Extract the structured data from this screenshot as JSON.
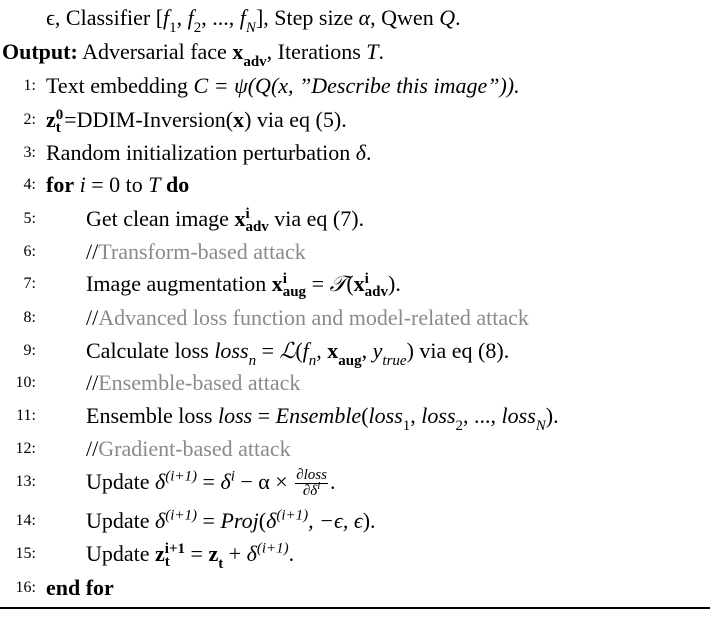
{
  "input_cont": {
    "prefix": "ϵ, Classifier [",
    "f1": "f",
    "f1_sub": "1",
    "sep1": ", ",
    "f2": "f",
    "f2_sub": "2",
    "sep2": ", ..., ",
    "fN": "f",
    "fN_sub": "N",
    "mid": "], Step size ",
    "alpha": "α",
    "mid2": ", Qwen ",
    "Q": "Q",
    "end": "."
  },
  "output": {
    "label": "Output:",
    "t1": " Adversarial face ",
    "x": "x",
    "x_sub": "adv",
    "t2": ", Iterations ",
    "T": "T",
    "end": "."
  },
  "steps": {
    "n1": "1:",
    "n2": "2:",
    "n3": "3:",
    "n4": "4:",
    "n5": "5:",
    "n6": "6:",
    "n7": "7:",
    "n8": "8:",
    "n9": "9:",
    "n10": "10:",
    "n11": "11:",
    "n12": "12:",
    "n13": "13:",
    "n14": "14:",
    "n15": "15:",
    "n16": "16:",
    "s1_a": "Text embedding ",
    "s1_b": "C = ψ(Q(x, ”",
    "s1_c": "Describe this image",
    "s1_d": "”)).",
    "s2_z": "z",
    "s2_sup": "0",
    "s2_sub": "t",
    "s2_rest": "=DDIM-Inversion(",
    "s2_x": "x",
    "s2_end": ") via eq (5).",
    "s3_a": "Random initialization perturbation ",
    "s3_d": "δ",
    "s3_end": ".",
    "s4_for": "for",
    "s4_mid": " i",
    "s4_eq": " = 0 to ",
    "s4_T": "T",
    "s4_do": " do",
    "s5_a": "Get clean image ",
    "s5_x": "x",
    "s5_sup": "i",
    "s5_sub": "adv",
    "s5_end": " via eq (7).",
    "s6_sl": "//",
    "s6_c": "Transform-based attack",
    "s7_a": "Image augmentation ",
    "s7_x": "x",
    "s7_sup": "i",
    "s7_sub": "aug",
    "s7_eq": " = ",
    "s7_T": "𝒯",
    "s7_open": "(",
    "s7_x2": "x",
    "s7_sup2": "i",
    "s7_sub2": "adv",
    "s7_end": ").",
    "s8_sl": "//",
    "s8_c": "Advanced loss function and model-related attack",
    "s9_a": "Calculate loss ",
    "s9_loss": "loss",
    "s9_sub": "n",
    "s9_eq": " = ",
    "s9_L": "ℒ",
    "s9_open": "(",
    "s9_f": "f",
    "s9_fsub": "n",
    "s9_c": ", ",
    "s9_x": "x",
    "s9_xsub": "aug",
    "s9_c2": ", ",
    "s9_y": "y",
    "s9_ysub": "true",
    "s9_end": ") via eq (8).",
    "s10_sl": "//",
    "s10_c": "Ensemble-based attack",
    "s11_a": "Ensemble loss ",
    "s11_b": "loss",
    "s11_eq": " = ",
    "s11_e": "Ensemble",
    "s11_o": "(",
    "s11_l1": "loss",
    "s11_l1s": "1",
    "s11_c1": ", ",
    "s11_l2": "loss",
    "s11_l2s": "2",
    "s11_c2": ", ..., ",
    "s11_lN": "loss",
    "s11_lNs": "N",
    "s11_end": ").",
    "s12_sl": "//",
    "s12_c": "Gradient-based attack",
    "s13_a": "Update ",
    "s13_d": "δ",
    "s13_sup": "(i+1)",
    "s13_eq": " = ",
    "s13_d2": "δ",
    "s13_sup2": "i",
    "s13_m": " − α × ",
    "s13_ftop": "∂loss",
    "s13_fbot": "∂δ",
    "s13_fbotsup": "i",
    "s13_end": ".",
    "s14_a": "Update ",
    "s14_d": "δ",
    "s14_sup": "(i+1)",
    "s14_eq": " = ",
    "s14_p": "Proj",
    "s14_o": "(",
    "s14_d2": "δ",
    "s14_sup2": "(i+1)",
    "s14_r": ", −ϵ, ϵ",
    "s14_end": ").",
    "s15_a": "Update ",
    "s15_z": "z",
    "s15_sup": "i+1",
    "s15_sub": "t",
    "s15_eq": " = ",
    "s15_z2": "z",
    "s15_sub2": "t",
    "s15_p": " + ",
    "s15_d": "δ",
    "s15_sup3": "(i+1)",
    "s15_end": ".",
    "s16_end": "end for"
  }
}
